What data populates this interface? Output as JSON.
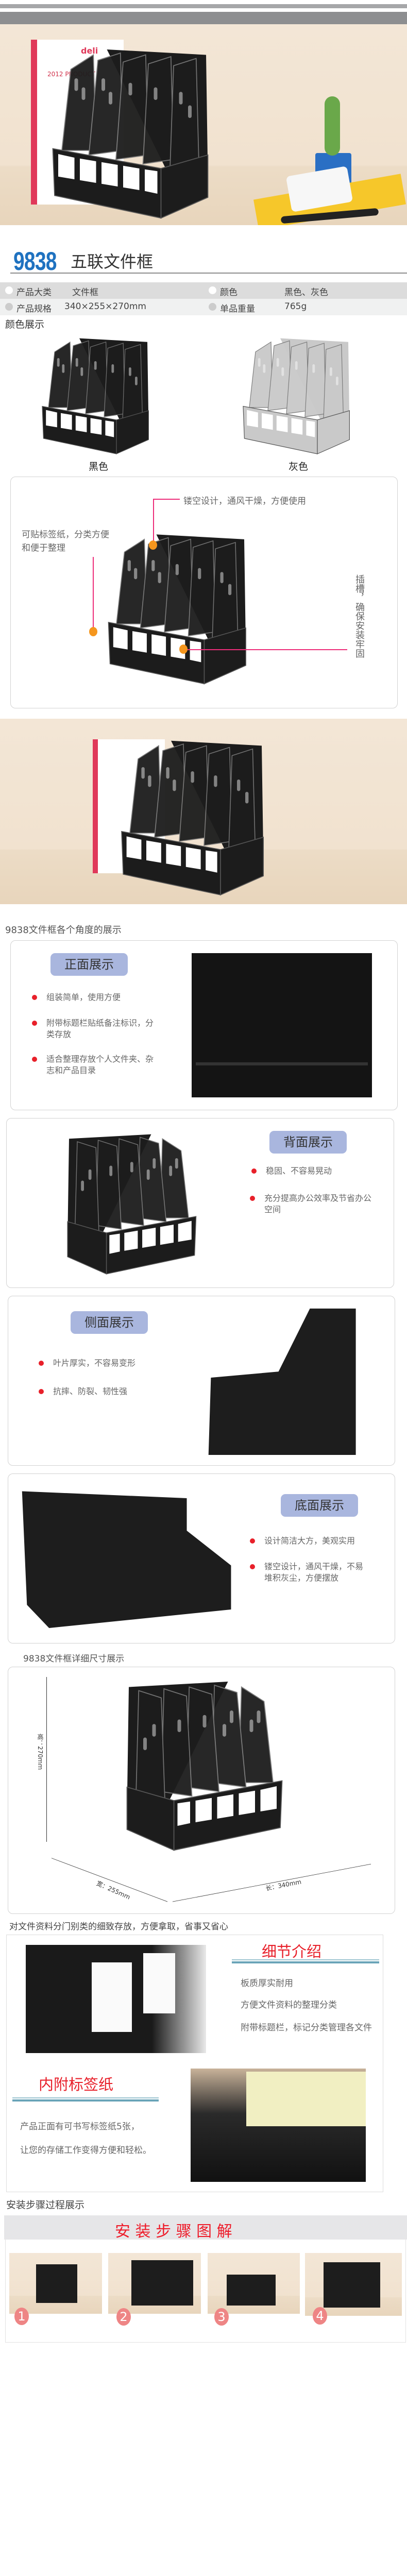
{
  "hero": {
    "brand_text": "deli",
    "catalogue_text": "2012 PRODUCT"
  },
  "product": {
    "model": "9838",
    "name": "五联文件框"
  },
  "specs": [
    {
      "label": "产品大类",
      "value": "文件框",
      "label2": "颜色",
      "value2": "黑色、灰色"
    },
    {
      "label": "产品规格",
      "value": "340×255×270mm",
      "label2": "单品重量",
      "value2": "765g"
    }
  ],
  "colors": {
    "title": "颜色展示",
    "items": [
      {
        "label": "黑色",
        "hex": "#1c1c1c"
      },
      {
        "label": "灰色",
        "hex": "#c9c9c9"
      }
    ]
  },
  "features": {
    "top": "镂空设计，通风干燥，方便使用",
    "left": [
      "可贴标签纸，分类方便",
      "和便于整理"
    ],
    "right": "插槽，确保安装牢固"
  },
  "angles": {
    "title": "9838文件框各个角度的展示",
    "front": {
      "badge": "正面展示",
      "bullets": [
        "组装简单，使用方便",
        "附带标题栏贴纸备注标识，分类存放",
        "适合整理存放个人文件夹、杂志和产品目录"
      ]
    },
    "back": {
      "badge": "背面展示",
      "bullets": [
        "稳固、不容易晃动",
        "充分提高办公效率及节省办公空间"
      ]
    },
    "side": {
      "badge": "侧面展示",
      "bullets": [
        "叶片厚实，不容易变形",
        "抗摔、防裂、韧性强"
      ]
    },
    "bottom": {
      "badge": "底面展示",
      "bullets": [
        "设计简洁大方，美观实用",
        "镂空设计，通风干燥，不易堆积灰尘，方便摆放"
      ]
    }
  },
  "size": {
    "title": "9838文件框详细尺寸展示",
    "height": "高：270mm",
    "width": "宽：255mm",
    "length": "长：340mm"
  },
  "details": {
    "tagline": "对文件资料分门别类的细致存放，方便拿取，省事又省心",
    "intro_title": "细节介绍",
    "intro_items": [
      "板质厚实耐用",
      "方便文件资料的整理分类",
      "附带标题栏，标记分类管理各文件"
    ],
    "label_title": "内附标签纸",
    "label_items": [
      "产品正面有可书写标签纸5张，",
      "让您的存储工作变得方便和轻松。"
    ]
  },
  "install": {
    "title": "安装步骤过程展示",
    "banner": "安 装 步 骤 图 解",
    "steps": [
      "1",
      "2",
      "3",
      "4"
    ]
  },
  "accent": {
    "blue": "#1f72c0",
    "badge": "#a9b6de",
    "red": "#e8202a",
    "pink_line": "#ed2e7a",
    "orange_dot": "#f5961d"
  }
}
